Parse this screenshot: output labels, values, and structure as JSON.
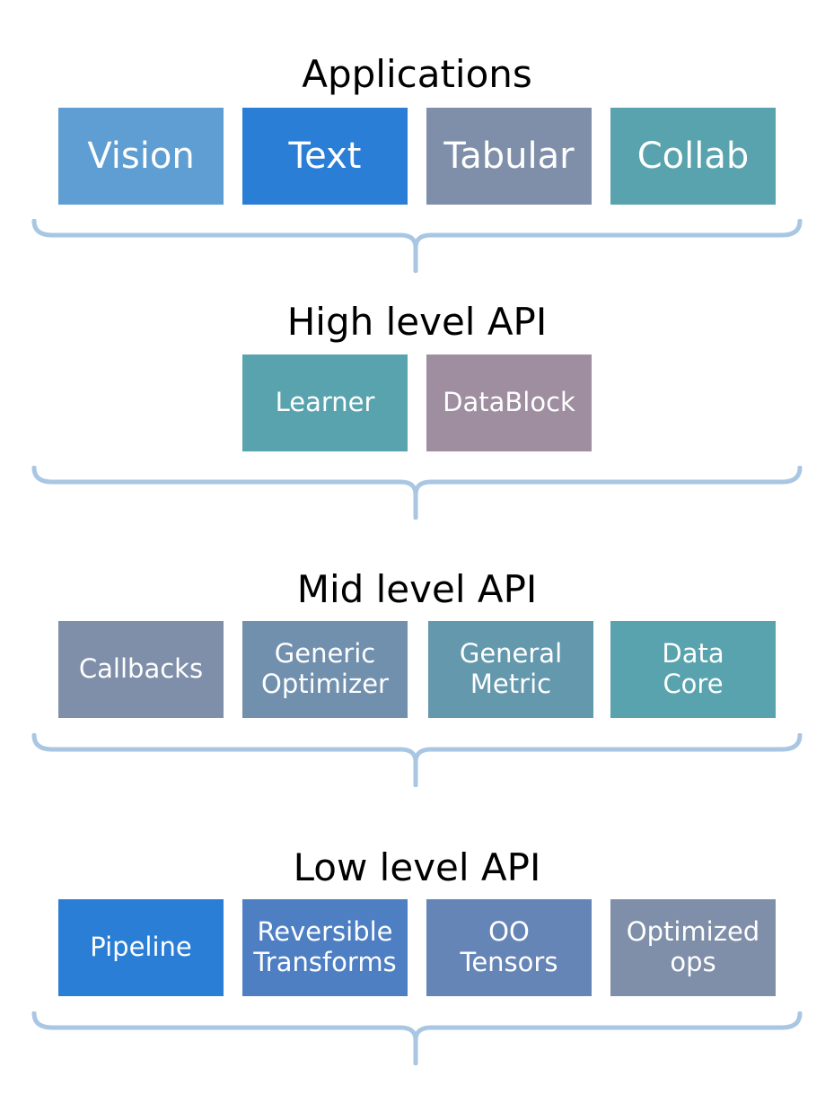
{
  "colors": {
    "light_blue": "#5f9ed2",
    "bright_blue": "#2a7ed6",
    "slate": "#7f8fa9",
    "teal": "#58a3ad",
    "mauve": "#9e8ea0",
    "steel": "#6498ad",
    "mid_blue": "#4e7fc3",
    "dusty_blue": "#6585b6",
    "brace": "#a9c6e3"
  },
  "layers": [
    {
      "title": "Applications",
      "boxes": [
        {
          "label": "Vision",
          "color": "#5f9ed2"
        },
        {
          "label": "Text",
          "color": "#2a7ed6"
        },
        {
          "label": "Tabular",
          "color": "#7f8fa9"
        },
        {
          "label": "Collab",
          "color": "#58a3ad"
        }
      ]
    },
    {
      "title": "High level API",
      "boxes": [
        {
          "label": "Learner",
          "color": "#58a3ad"
        },
        {
          "label": "DataBlock",
          "color": "#9e8ea0"
        }
      ]
    },
    {
      "title": "Mid level API",
      "boxes": [
        {
          "label": "Callbacks",
          "color": "#7f8fa9"
        },
        {
          "label": "Generic\nOptimizer",
          "color": "#7190ae"
        },
        {
          "label": "General\nMetric",
          "color": "#6498ad"
        },
        {
          "label": "Data\nCore",
          "color": "#58a3ad"
        }
      ]
    },
    {
      "title": "Low level API",
      "boxes": [
        {
          "label": "Pipeline",
          "color": "#2a7ed6"
        },
        {
          "label": "Reversible\nTransforms",
          "color": "#4e7fc3"
        },
        {
          "label": "OO\nTensors",
          "color": "#6585b6"
        },
        {
          "label": "Optimized\nops",
          "color": "#7f8fa9"
        }
      ]
    }
  ]
}
